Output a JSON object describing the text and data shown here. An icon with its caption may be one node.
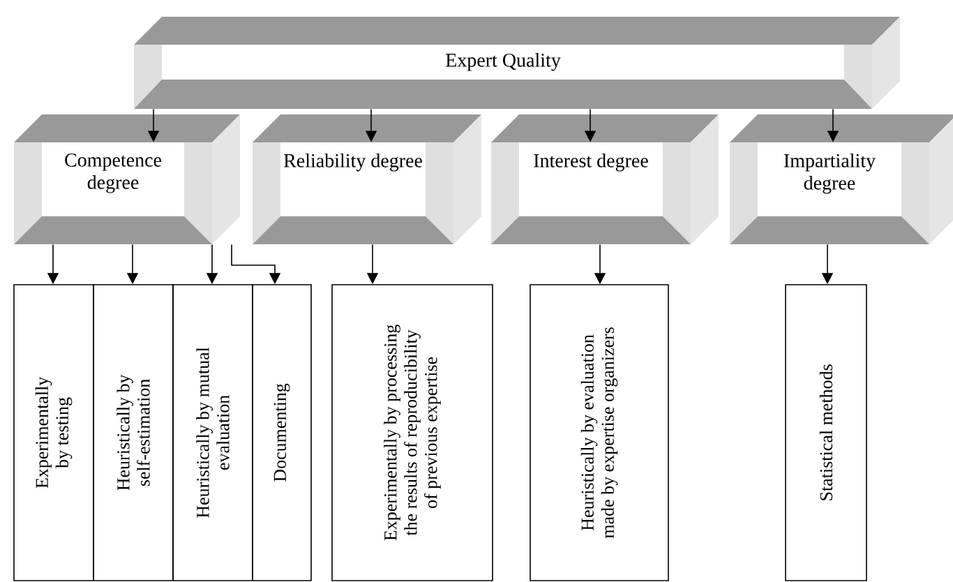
{
  "diagram": {
    "nodes": [
      {
        "text": [
          "Expert Quality"
        ]
      },
      {
        "text": [
          "Competence degree"
        ]
      },
      {
        "text": [
          "Reliability degree"
        ]
      },
      {
        "text": [
          "Interest degree"
        ]
      },
      {
        "text": [
          "Impartiality degree"
        ]
      },
      {
        "text": [
          "Experimentally by testing"
        ]
      },
      {
        "text": [
          "Heuristically by self-estimation"
        ]
      },
      {
        "text": [
          "Heuristically by mutual evaluation"
        ]
      },
      {
        "text": [
          "Documenting"
        ]
      },
      {
        "text": [
          "Experimentally by processing the results of reproducibility of previous expertise"
        ]
      },
      {
        "text": [
          "Heuristically by evaluation made by expertise organizers"
        ]
      },
      {
        "text": [
          "Statistical methods"
        ]
      }
    ],
    "edges": [
      {
        "from": 0,
        "to": 1,
        "arrow": "to"
      },
      {
        "from": 0,
        "to": 2,
        "arrow": "to"
      },
      {
        "from": 0,
        "to": 3,
        "arrow": "to"
      },
      {
        "from": 0,
        "to": 4,
        "arrow": "to"
      },
      {
        "from": 1,
        "to": 5,
        "arrow": "to"
      },
      {
        "from": 1,
        "to": 6,
        "arrow": "to"
      },
      {
        "from": 1,
        "to": 7,
        "arrow": "to"
      },
      {
        "from": 1,
        "to": 8,
        "arrow": "to"
      },
      {
        "from": 2,
        "to": 9,
        "arrow": "to"
      },
      {
        "from": 3,
        "to": 10,
        "arrow": "to"
      },
      {
        "from": 4,
        "to": 11,
        "arrow": "to"
      }
    ]
  }
}
